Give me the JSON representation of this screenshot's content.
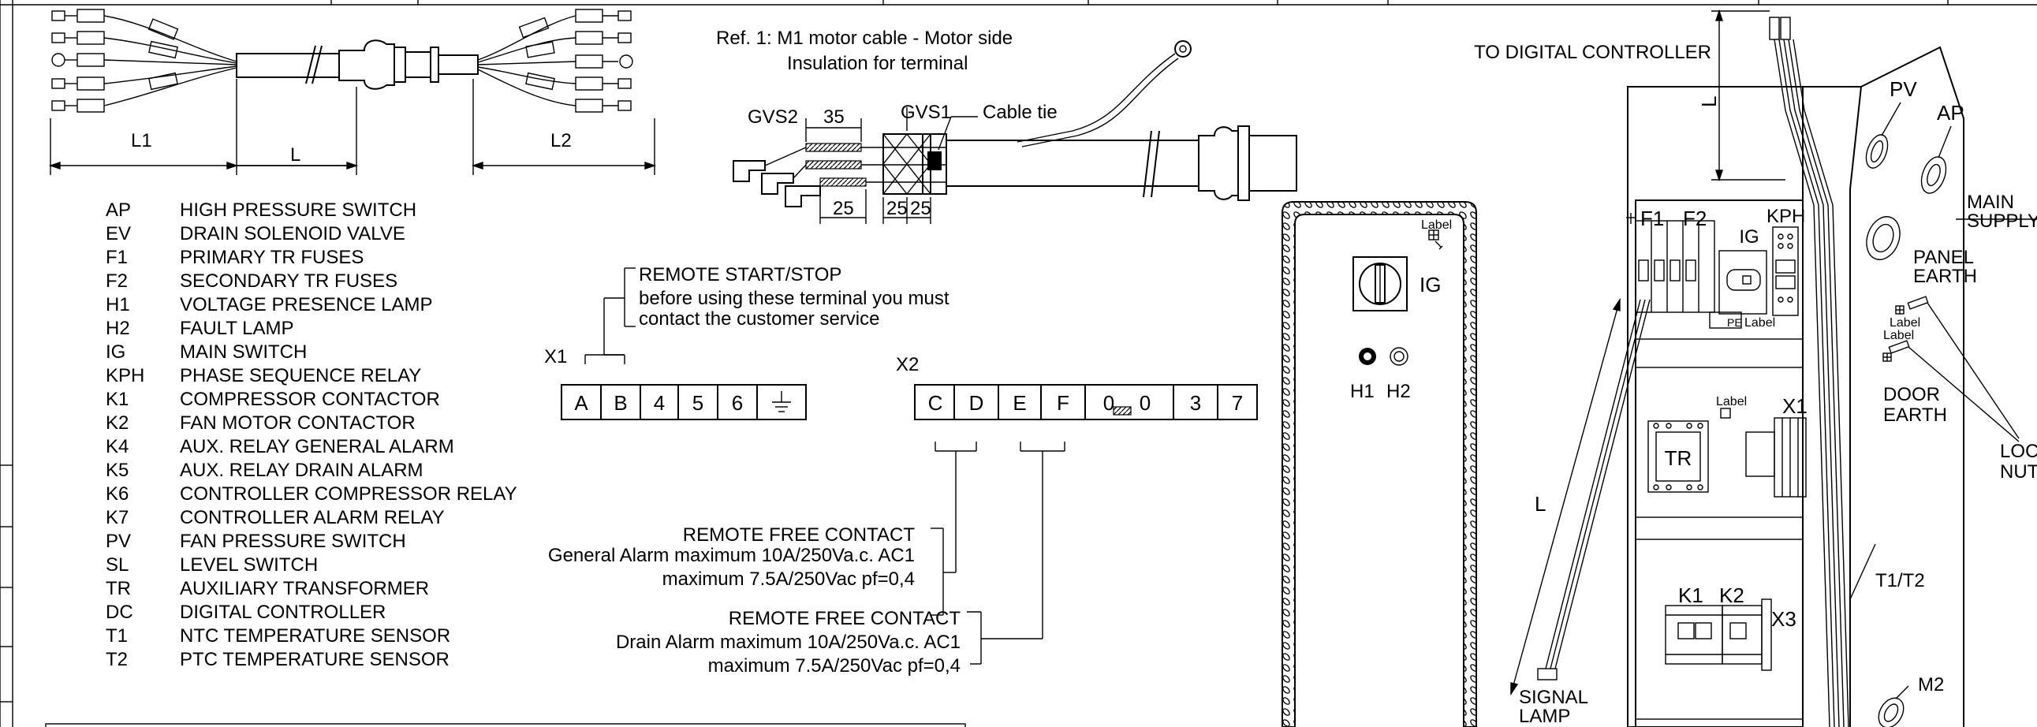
{
  "cable": {
    "dim_l1": "L1",
    "dim_l": "L",
    "dim_l2": "L2"
  },
  "ref_note": {
    "line1": "Ref. 1: M1 motor cable - Motor side",
    "line2": "Insulation for terminal",
    "gvs2": "GVS2",
    "gvs1": "GVS1",
    "cable_tie": "Cable tie",
    "dim_35": "35",
    "dim_25a": "25",
    "dim_25b": "25",
    "dim_25c": "25"
  },
  "legend": [
    {
      "code": "AP",
      "desc": "HIGH PRESSURE SWITCH"
    },
    {
      "code": "EV",
      "desc": "DRAIN SOLENOID VALVE"
    },
    {
      "code": "F1",
      "desc": "PRIMARY TR FUSES"
    },
    {
      "code": "F2",
      "desc": "SECONDARY TR FUSES"
    },
    {
      "code": "H1",
      "desc": "VOLTAGE  PRESENCE LAMP"
    },
    {
      "code": "H2",
      "desc": "FAULT LAMP"
    },
    {
      "code": "IG",
      "desc": "MAIN SWITCH"
    },
    {
      "code": "KPH",
      "desc": "PHASE SEQUENCE RELAY"
    },
    {
      "code": "K1",
      "desc": "COMPRESSOR CONTACTOR"
    },
    {
      "code": "K2",
      "desc": "FAN MOTOR CONTACTOR"
    },
    {
      "code": "K4",
      "desc": "AUX. RELAY GENERAL ALARM"
    },
    {
      "code": "K5",
      "desc": "AUX. RELAY DRAIN ALARM"
    },
    {
      "code": "K6",
      "desc": "CONTROLLER COMPRESSOR RELAY"
    },
    {
      "code": "K7",
      "desc": "CONTROLLER ALARM RELAY"
    },
    {
      "code": "PV",
      "desc": "FAN PRESSURE SWITCH"
    },
    {
      "code": "SL",
      "desc": "LEVEL SWITCH"
    },
    {
      "code": "TR",
      "desc": "AUXILIARY TRANSFORMER"
    },
    {
      "code": "DC",
      "desc": "DIGITAL CONTROLLER"
    },
    {
      "code": "T1",
      "desc": "NTC TEMPERATURE SENSOR"
    },
    {
      "code": "T2",
      "desc": "PTC TEMPERATURE SENSOR"
    }
  ],
  "x1": {
    "label": "X1",
    "terminals": [
      "A",
      "B",
      "4",
      "5",
      "6"
    ],
    "note_line1": "REMOTE START/STOP",
    "note_line2": "before using these terminal you must",
    "note_line3": "contact the customer service"
  },
  "x2": {
    "label": "X2",
    "terminals": [
      "C",
      "D",
      "E",
      "F",
      "0",
      "0",
      "3",
      "7"
    ],
    "general_alarm": {
      "line1": "REMOTE FREE CONTACT",
      "line2": "General Alarm maximum 10A/250Va.c. AC1",
      "line3": "maximum 7.5A/250Vac pf=0,4"
    },
    "drain_alarm": {
      "line1": "REMOTE FREE CONTACT",
      "line2": "Drain Alarm maximum 10A/250Va.c. AC1",
      "line3": "maximum 7.5A/250Vac pf=0,4"
    }
  },
  "door_panel": {
    "label": "Label",
    "ig": "IG",
    "h1": "H1",
    "h2": "H2"
  },
  "cabinet": {
    "to_controller": "TO DIGITAL CONTROLLER",
    "f1": "F1",
    "f2": "F2",
    "ig": "IG",
    "kph": "KPH",
    "pe": "PE",
    "pe_label": "Label",
    "tr": "TR",
    "tr_label": "Label",
    "x1": "X1",
    "k1": "K1",
    "k2": "K2",
    "x3": "X3",
    "dim_l": "L",
    "dim_l_side": "L",
    "signal_line1": "SIGNAL",
    "signal_line2": "LAMP",
    "pv": "PV",
    "ap": "AP",
    "main_line1": "MAIN",
    "main_line2": "SUPPLY",
    "panel_line1": "PANEL",
    "panel_line2": "EARTH",
    "door_line1": "DOOR",
    "door_line2": "EARTH",
    "lock_line1": "LOCK",
    "lock_line2": "NUT",
    "earth_label1": "Label",
    "earth_label2": "Label",
    "t1t2": "T1/T2",
    "m2": "M2"
  }
}
